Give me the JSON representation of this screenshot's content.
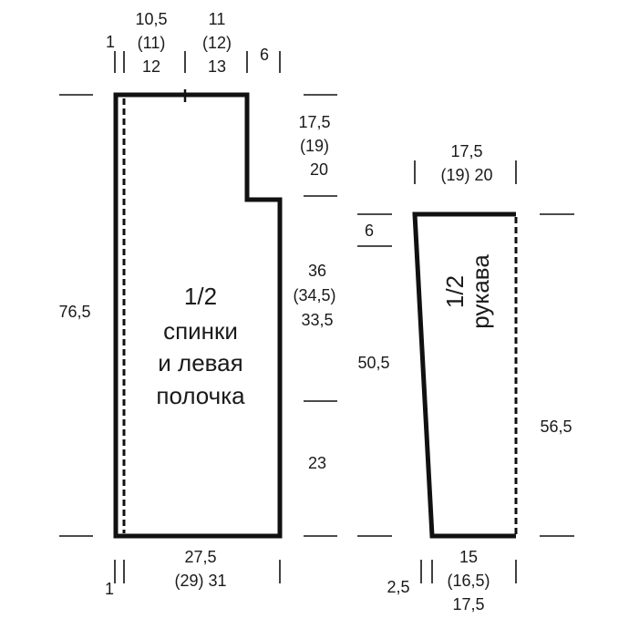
{
  "back_piece": {
    "label": [
      "1/2",
      "спинки",
      "и левая",
      "полочка"
    ],
    "top_dims": {
      "edge": "1",
      "col_a": [
        "10,5",
        "(11)",
        "12"
      ],
      "col_b": [
        "11",
        "(12)",
        "13"
      ],
      "col_c": "6"
    },
    "right_dims": {
      "upper": [
        "17,5",
        "(19)",
        "20"
      ],
      "middle": [
        "36",
        "(34,5)",
        "33,5"
      ],
      "lower": "23"
    },
    "left_dim": "76,5",
    "bottom_dims": {
      "edge": "1",
      "width_line1": "27,5",
      "width_line2": "(29)  31"
    }
  },
  "sleeve": {
    "label": [
      "1/2",
      "рукава"
    ],
    "top_dim": [
      "17,5",
      "(19)  20"
    ],
    "left_upper_dim": "6",
    "left_dim": "50,5",
    "right_dim": "56,5",
    "bottom_dims": {
      "edge": "2,5",
      "width": [
        "15",
        "(16,5)",
        "17,5"
      ]
    }
  },
  "colors": {
    "line": "#111111",
    "background": "#ffffff"
  }
}
